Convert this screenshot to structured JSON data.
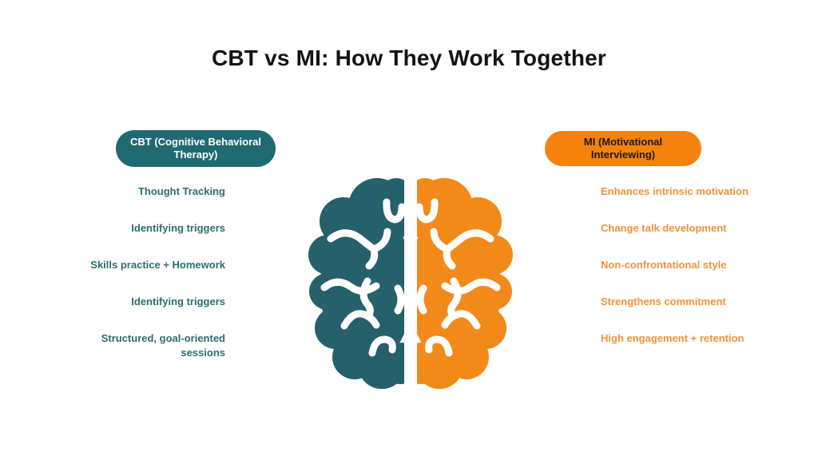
{
  "title": "CBT vs MI: How They Work Together",
  "cbt": {
    "header": "CBT (Cognitive Behavioral Therapy)",
    "items": [
      "Thought Tracking",
      "Identifying triggers",
      "Skills practice + Homework",
      "Identifying triggers",
      "Structured, goal-oriented sessions"
    ]
  },
  "mi": {
    "header": "MI (Motivational Interviewing)",
    "items": [
      "Enhances intrinsic motivation",
      "Change talk development",
      "Non-confrontational style",
      "Strengthens commitment",
      "High engagement + retention"
    ]
  },
  "icon": {
    "name": "split-brain-icon"
  },
  "colors": {
    "background": "#FFFFFF",
    "title_text": "#131313",
    "teal_pill": "#1F6A70",
    "cbt_header_text": "#FFFFFF",
    "teal_text": "#2B6F6B",
    "orange_pill": "#F5820D",
    "mi_header_text": "#1F1B16",
    "orange_text": "#F0923A",
    "brain_teal": "#25606B",
    "brain_orange": "#F28A1A",
    "brain_lines": "#FFFFFF"
  }
}
